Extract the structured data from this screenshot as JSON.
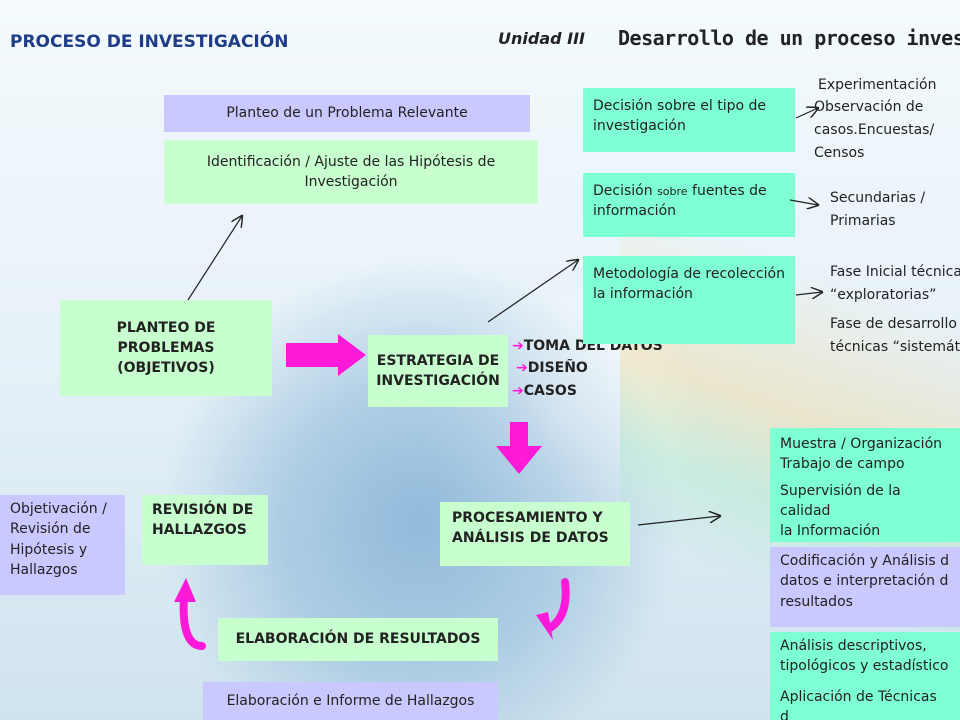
{
  "header": {
    "title": "PROCESO DE INVESTIGACIÓN",
    "unit": "Unidad III",
    "subtitle": "Desarrollo de un proceso inves"
  },
  "top_center": {
    "planteo_problema": "Planteo de un Problema Relevante",
    "hipotesis": "Identificación / Ajuste de las Hipótesis de Investigación"
  },
  "main": {
    "planteo_problemas": "PLANTEO DE PROBLEMAS (OBJETIVOS)",
    "estrategia": "ESTRATEGIA DE INVESTIGACIÓN",
    "procesamiento": "PROCESAMIENTO Y ANÁLISIS DE DATOS",
    "revision": "REVISIÓN DE HALLAZGOS",
    "elaboracion": "ELABORACIÓN DE RESULTADOS"
  },
  "strategy_bullets": [
    "TOMA DEL DATOS",
    "DISEÑO",
    "CASOS"
  ],
  "decisions": {
    "tipo": "Decisión sobre el tipo de investigación",
    "fuentes_prefix": "Decisión ",
    "fuentes_small": "sobre",
    "fuentes_suffix": " fuentes de información",
    "metodologia": "Metodología de recolección la información"
  },
  "decision_results": {
    "tipo_1": "Experimentación",
    "tipo_2": "Observación de",
    "tipo_3": "casos.Encuestas/",
    "tipo_4": "Censos",
    "fuentes_1": "Secundarias /",
    "fuentes_2": "Primarias",
    "metodo_1": "Fase Inicial técnica",
    "metodo_2": "“exploratorias”",
    "metodo_3": "Fase de desarrollo",
    "metodo_4": "técnicas “sistemát"
  },
  "right_column": {
    "muestra_1": "Muestra / Organización",
    "muestra_2": "Trabajo de campo",
    "supervision_1": "Supervisión de la calidad",
    "supervision_2": "la Información",
    "codificacion_1": "Codificación y Análisis d",
    "codificacion_2": "datos e interpretación d",
    "codificacion_3": "resultados",
    "analisis_1": "Análisis descriptivos,",
    "analisis_2": "tipológicos y estadístico",
    "aplicacion_1": "Aplicación de Técnicas d"
  },
  "left_side": {
    "objetivacion": "Objetivación / Revisión de Hipótesis y Hallazgos"
  },
  "bottom": {
    "informe": "Elaboración e Informe de Hallazgos"
  },
  "colors": {
    "title_blue": "#1f3c88",
    "violet_box": "#c9c9ff",
    "green_box": "#c8ffcf",
    "teal_box": "#7fffd4",
    "magenta_arrow": "#ff1ad9"
  }
}
